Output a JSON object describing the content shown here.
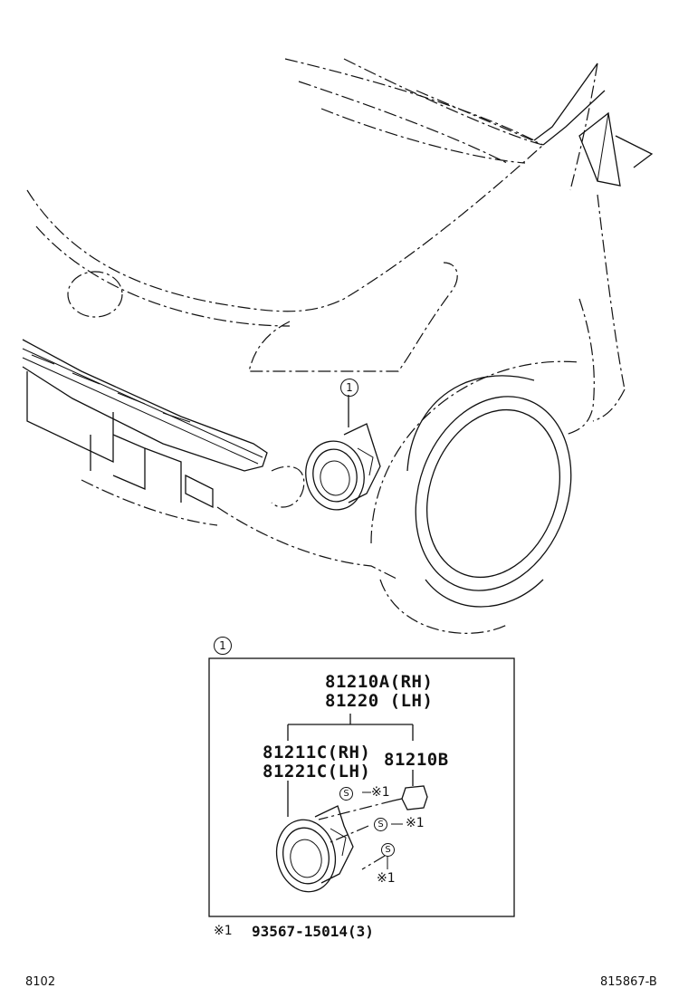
{
  "callout_top": "1",
  "callout_box": "1",
  "assembly": {
    "line1": "81210A(RH)",
    "line2": "81220 (LH)"
  },
  "housing": {
    "line1": "81211C(RH)",
    "line2": "81221C(LH)"
  },
  "bulb": "81210B",
  "screw_symbol": "S",
  "note_mark": "※1",
  "footnote": {
    "mark": "※1",
    "text": "93567-15014(3)"
  },
  "page_code_left": "8102",
  "page_code_right": "815867-B"
}
